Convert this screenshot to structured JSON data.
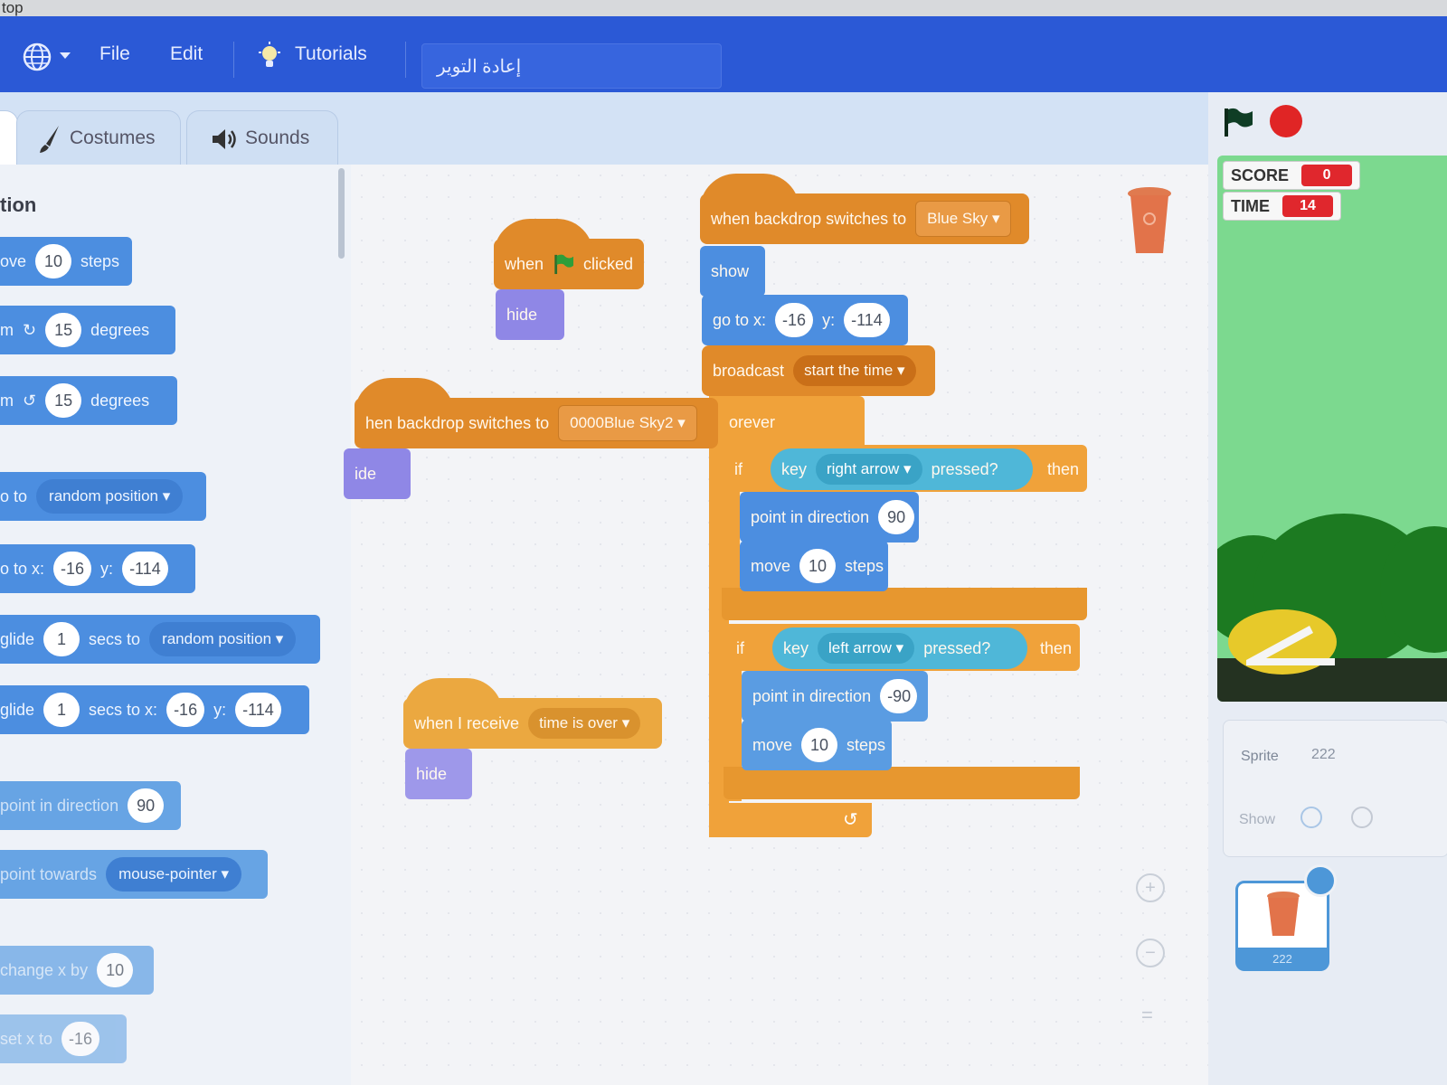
{
  "window": {
    "title": "top"
  },
  "menu": {
    "file": "File",
    "edit": "Edit",
    "tutorials": "Tutorials",
    "project_title": "إعادة التوير"
  },
  "tabs": {
    "costumes": "Costumes",
    "sounds": "Sounds"
  },
  "palette": {
    "category_title": "tion",
    "blocks": [
      {
        "pre": "ove",
        "value": "10",
        "post": "steps"
      },
      {
        "pre": "m",
        "value": "15",
        "post": "degrees"
      },
      {
        "pre": "m",
        "value": "15",
        "post": "degrees"
      },
      {
        "pre": "o to",
        "dropdown": "random position"
      },
      {
        "pre": "o to x:",
        "x": "-16",
        "y_label": "y:",
        "y": "-114"
      },
      {
        "pre": "glide",
        "secs": "1",
        "mid": "secs to",
        "dropdown": "random position"
      },
      {
        "pre": "glide",
        "secs": "1",
        "mid": "secs to x:",
        "x": "-16",
        "y_label": "y:",
        "y": "-114"
      },
      {
        "pre": "point in direction",
        "value": "90"
      },
      {
        "pre": "point towards",
        "dropdown": "mouse-pointer"
      },
      {
        "pre": "change x by",
        "value": "10"
      },
      {
        "pre": "set x to",
        "value": "-16"
      }
    ]
  },
  "scripts": {
    "flag_script": {
      "when": "when",
      "clicked": "clicked",
      "hide": "hide"
    },
    "backdrop_script_1": {
      "hat": "when backdrop switches to",
      "backdrop": "Blue Sky",
      "show": "show",
      "goto": "go to x:",
      "x": "-16",
      "y_label": "y:",
      "y": "-114",
      "broadcast": "broadcast",
      "message": "start the time",
      "forever": "orever"
    },
    "backdrop_script_2": {
      "hat": "hen backdrop switches to",
      "backdrop": "0000Blue Sky2",
      "hide": "ide"
    },
    "if_right": {
      "if": "if",
      "key": "key",
      "key_name": "right arrow",
      "pressed": "pressed?",
      "then": "then",
      "point": "point in direction",
      "dir": "90",
      "move": "move",
      "steps_val": "10",
      "steps": "steps"
    },
    "if_left": {
      "if": "if",
      "key": "key",
      "key_name": "left arrow",
      "pressed": "pressed?",
      "then": "then",
      "point": "point in direction",
      "dir": "-90",
      "move": "move",
      "steps_val": "10",
      "steps": "steps"
    },
    "receive_script": {
      "hat": "when I receive",
      "message": "time is over",
      "hide": "hide"
    }
  },
  "stage": {
    "monitors": [
      {
        "label": "SCORE",
        "value": "0"
      },
      {
        "label": "TIME",
        "value": "14"
      }
    ]
  },
  "sprite_info": {
    "sprite_label": "Sprite",
    "sprite_name": "222",
    "show_label": "Show",
    "thumb_name": "222"
  },
  "colors": {
    "menubar": "#2b59d6",
    "events": "#e08a2a",
    "motion": "#4c8ee0",
    "looks": "#8f87e6",
    "control": "#f0a23a",
    "sensing": "#4fb7d8"
  }
}
